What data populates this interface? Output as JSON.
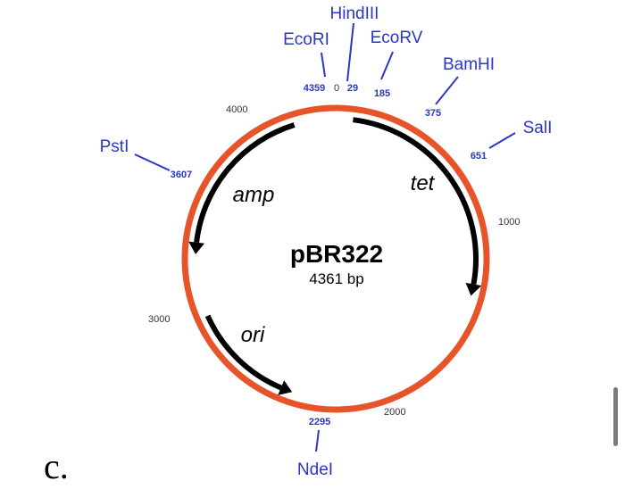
{
  "colors": {
    "backbone": "#e8542a",
    "enzyme": "#2b35c8",
    "arrow": "#000000",
    "text": "#000000"
  },
  "plasmid": {
    "name": "pBR322",
    "size_label": "4361 bp",
    "length": 4361
  },
  "scale_marks": [
    {
      "label": "0",
      "position": 0
    },
    {
      "label": "1000",
      "position": 1000
    },
    {
      "label": "2000",
      "position": 2000
    },
    {
      "label": "3000",
      "position": 3000
    },
    {
      "label": "4000",
      "position": 4000
    }
  ],
  "restriction_sites": [
    {
      "id": "hindiii",
      "name": "HindIII",
      "position": 29,
      "position_label": "29"
    },
    {
      "id": "ecori",
      "name": "EcoRI",
      "position": 4359,
      "position_label": "4359"
    },
    {
      "id": "ecorv",
      "name": "EcoRV",
      "position": 185,
      "position_label": "185"
    },
    {
      "id": "bamhi",
      "name": "BamHI",
      "position": 375,
      "position_label": "375"
    },
    {
      "id": "sali",
      "name": "SalI",
      "position": 651,
      "position_label": "651"
    },
    {
      "id": "ndei",
      "name": "NdeI",
      "position": 2295,
      "position_label": "2295"
    },
    {
      "id": "psti",
      "name": "PstI",
      "position": 3607,
      "position_label": "3607"
    }
  ],
  "features": [
    {
      "id": "tet",
      "label": "tet",
      "start": 86,
      "end": 1276,
      "direction": "clockwise"
    },
    {
      "id": "amp",
      "label": "amp",
      "start": 4153,
      "end": 3293,
      "direction": "counterclockwise"
    },
    {
      "id": "ori",
      "label": "ori",
      "start": 2980,
      "end": 2400,
      "direction": "counterclockwise"
    }
  ],
  "panel_label": "c."
}
